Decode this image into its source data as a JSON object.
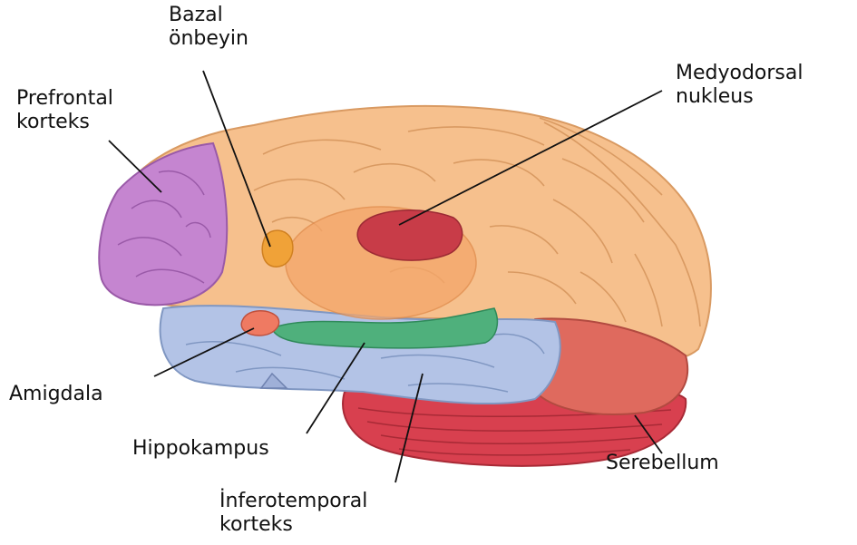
{
  "labels": {
    "bazal": [
      "Bazal",
      "önbeyin"
    ],
    "medyodorsal": [
      "Medyodorsal",
      "nukleus"
    ],
    "prefrontal": [
      "Prefrontal",
      "korteks"
    ],
    "amigdala": [
      "Amigdala"
    ],
    "hippokampus": [
      "Hippokampus"
    ],
    "serebellum": [
      "Serebellum"
    ],
    "inferotemporal": [
      "İnferotemporal",
      "korteks"
    ]
  },
  "colors": {
    "cortex": "#f6c08d",
    "cortex_stroke": "#d99a62",
    "prefrontal": "#c585d0",
    "prefrontal_stroke": "#9a5aa8",
    "temporal": "#b3c3e6",
    "temporal_stroke": "#8097c2",
    "occipital": "#df6a5e",
    "cerebellum": "#d8404f",
    "hippocampus": "#4fb07c",
    "amygdala": "#ef7a62",
    "basal": "#f0a238",
    "mediodorsal": "#c83c48",
    "leader": "#111111"
  }
}
